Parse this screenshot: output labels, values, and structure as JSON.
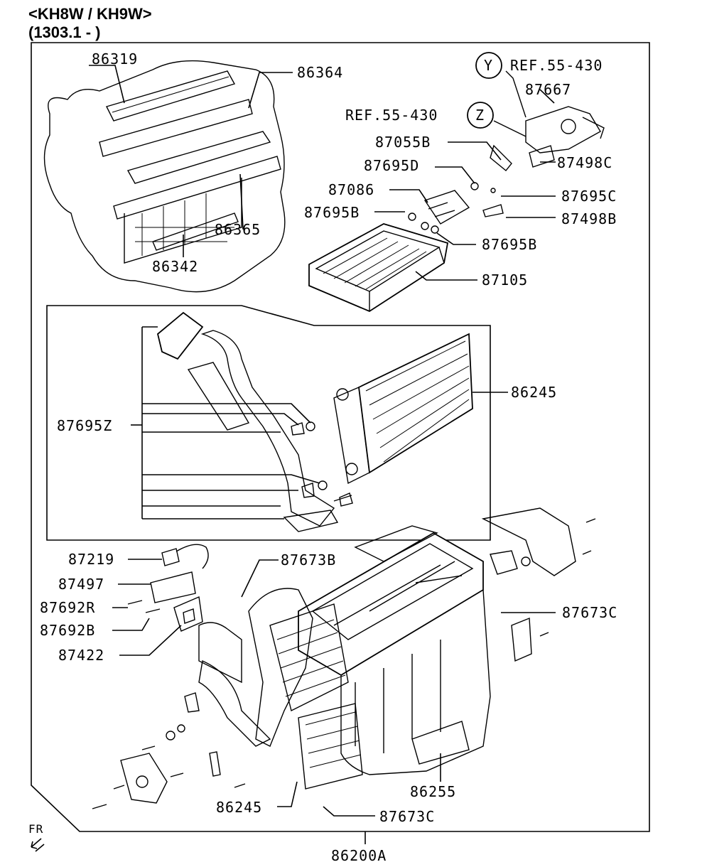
{
  "header": {
    "model": "<KH8W / KH9W>",
    "date_range": "(1303.1 - )"
  },
  "frame_label": "86200A",
  "orientation": "FR",
  "callouts": {
    "c86319": "86319",
    "c86364": "86364",
    "c86365": "86365",
    "c86342": "86342",
    "refY": "REF.55-430",
    "refZ": "REF.55-430",
    "markerY": "Y",
    "markerZ": "Z",
    "c87667": "87667",
    "c87055B": "87055B",
    "c87695D": "87695D",
    "c87498C": "87498C",
    "c87086": "87086",
    "c87695C": "87695C",
    "c87695B_1": "87695B",
    "c87498B": "87498B",
    "c87695B_2": "87695B",
    "c87105": "87105",
    "c86245_top": "86245",
    "c87695Z": "87695Z",
    "c87219": "87219",
    "c87673B": "87673B",
    "c87497": "87497",
    "c87692R": "87692R",
    "c87692B": "87692B",
    "c87422": "87422",
    "c87673C_1": "87673C",
    "c86255": "86255",
    "c86245_bottom": "86245",
    "c87673C_2": "87673C"
  }
}
